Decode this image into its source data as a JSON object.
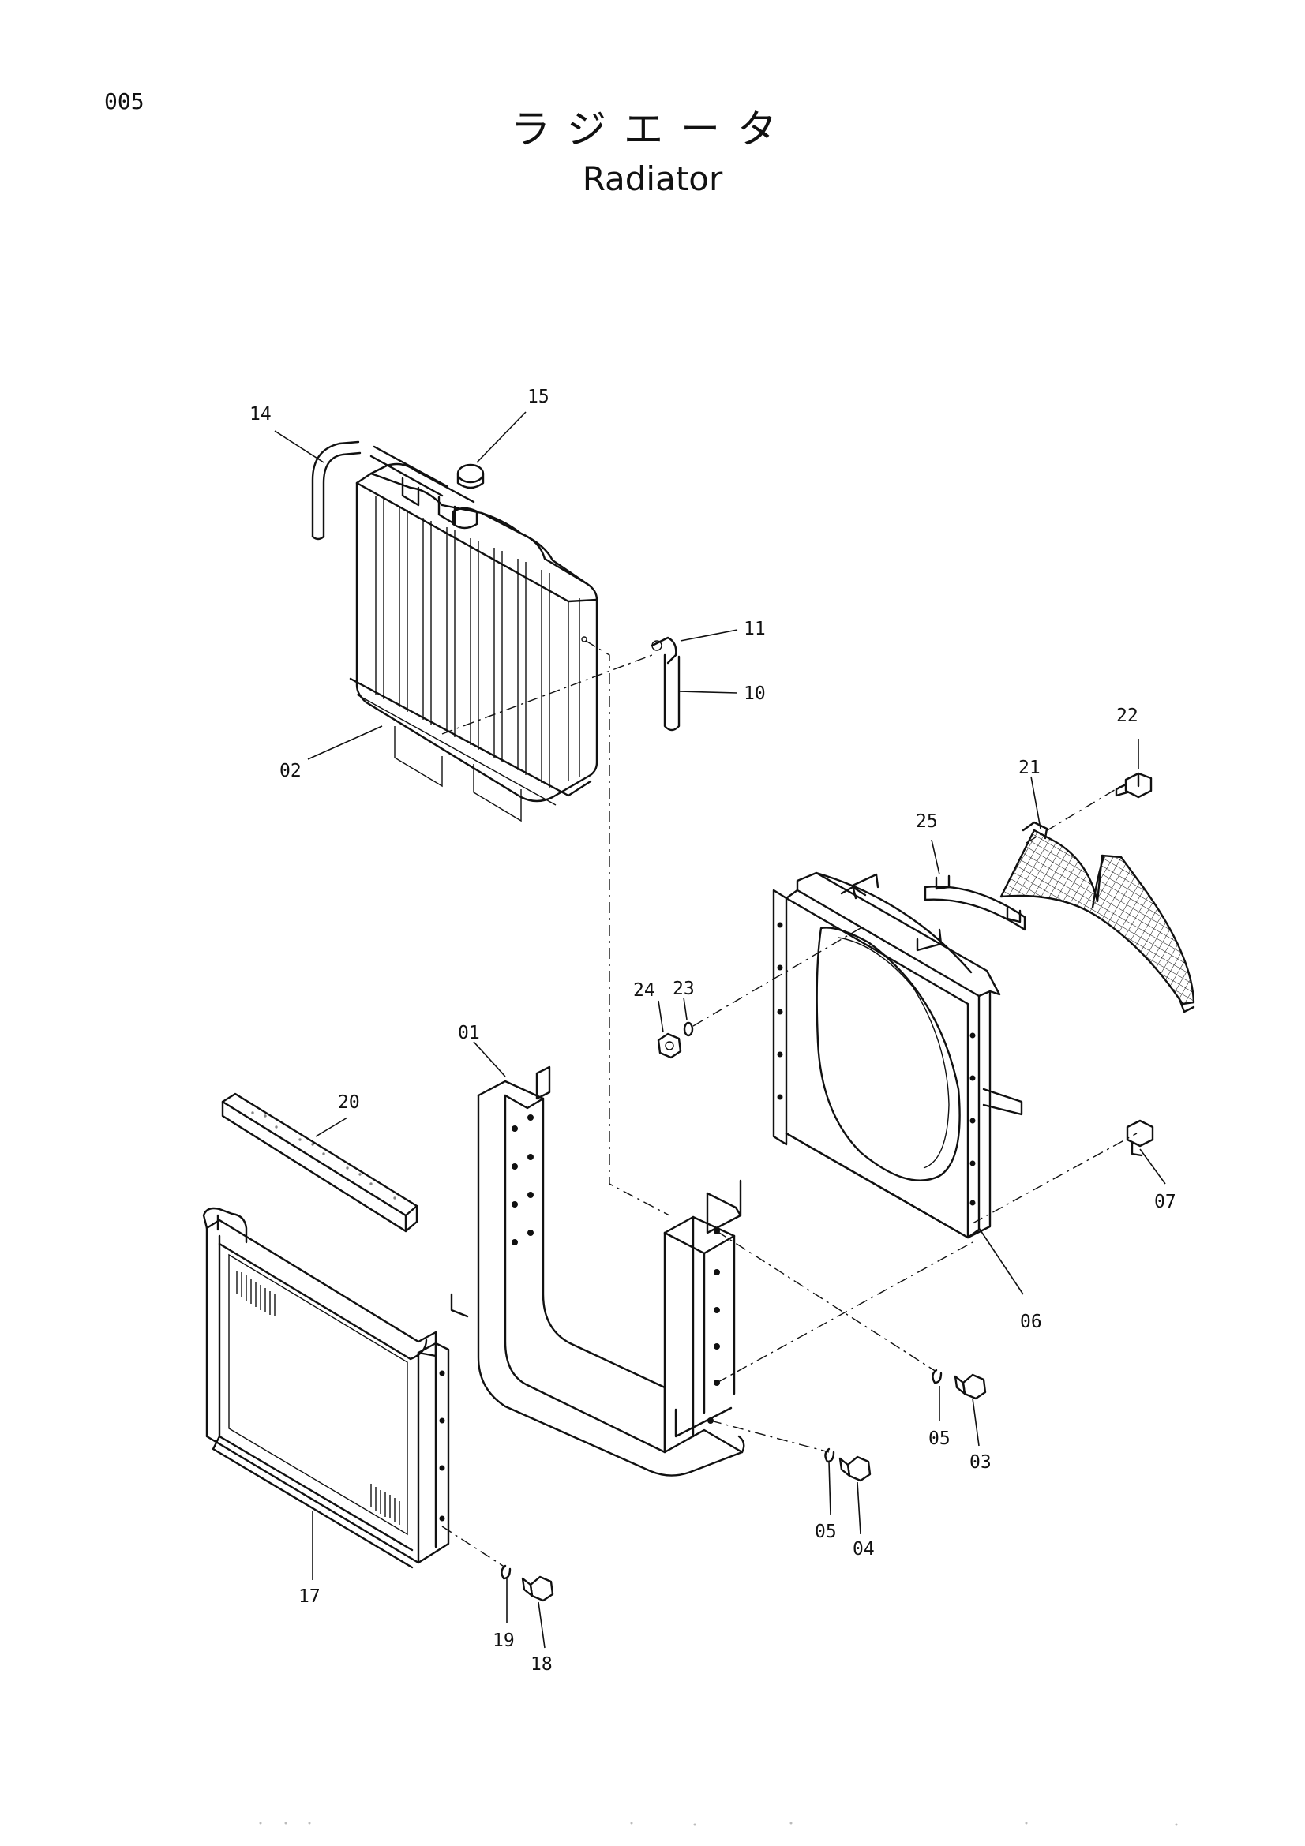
{
  "page": {
    "number": "005"
  },
  "title": {
    "japanese": "ラジエータ",
    "english": "Radiator"
  },
  "callouts": {
    "c01": "01",
    "c02": "02",
    "c03": "03",
    "c04": "04",
    "c05a": "05",
    "c05b": "05",
    "c06": "06",
    "c07": "07",
    "c10": "10",
    "c11": "11",
    "c14": "14",
    "c15": "15",
    "c17": "17",
    "c18": "18",
    "c19": "19",
    "c20": "20",
    "c21": "21",
    "c22": "22",
    "c23": "23",
    "c24": "24",
    "c25": "25"
  }
}
